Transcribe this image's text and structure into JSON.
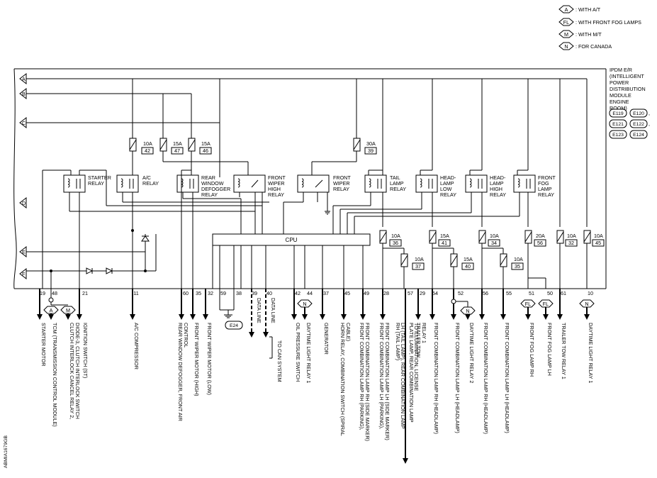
{
  "legend": [
    {
      "code": "A",
      "text": ": WITH A/T"
    },
    {
      "code": "FL",
      "text": ": WITH FRONT FOG LAMPS"
    },
    {
      "code": "M",
      "text": ": WITH M/T"
    },
    {
      "code": "N",
      "text": ": FOR CANADA"
    }
  ],
  "module": {
    "lines": [
      "IPDM E/R",
      "(INTELLIGENT",
      "POWER",
      "DISTRIBUTION",
      "MODULE",
      "ENGINE",
      "ROOM)"
    ],
    "connectors": [
      "E119",
      "E120",
      "E121",
      "E122",
      "E123",
      "E124"
    ]
  },
  "left_connectors": [
    "A",
    "B",
    "C",
    "D",
    "E",
    "F"
  ],
  "cpu_label": "CPU",
  "fuses_upper": [
    {
      "amp": "10A",
      "num": "42"
    },
    {
      "amp": "15A",
      "num": "47"
    },
    {
      "amp": "15A",
      "num": "46"
    },
    {
      "amp": "30A",
      "num": "39"
    }
  ],
  "fuses_lower": [
    {
      "amp": "10A",
      "num": "36"
    },
    {
      "amp": "15A",
      "num": "41"
    },
    {
      "amp": "10A",
      "num": "34"
    },
    {
      "amp": "20A",
      "num": "56"
    },
    {
      "amp": "10A",
      "num": "32"
    },
    {
      "amp": "10A",
      "num": "45"
    },
    {
      "amp": "10A",
      "num": "37"
    },
    {
      "amp": "15A",
      "num": "40"
    },
    {
      "amp": "10A",
      "num": "35"
    }
  ],
  "relays": [
    {
      "lines": [
        "STARTER",
        "RELAY"
      ]
    },
    {
      "lines": [
        "A/C",
        "RELAY"
      ]
    },
    {
      "lines": [
        "REAR",
        "WINDOW",
        "DEFOGGER",
        "RELAY"
      ]
    },
    {
      "lines": [
        "FRONT",
        "WIPER",
        "HIGH",
        "RELAY"
      ]
    },
    {
      "lines": [
        "FRONT",
        "WIPER",
        "RELAY"
      ]
    },
    {
      "lines": [
        "TAIL",
        "LAMP",
        "RELAY"
      ]
    },
    {
      "lines": [
        "HEAD-",
        "LAMP",
        "LOW",
        "RELAY"
      ]
    },
    {
      "lines": [
        "HEAD-",
        "LAMP",
        "HIGH",
        "RELAY"
      ]
    },
    {
      "lines": [
        "FRONT",
        "FOG",
        "LAMP",
        "RELAY"
      ]
    }
  ],
  "terminals": [
    "19",
    "48",
    "21",
    "11",
    "60",
    "35",
    "32",
    "59",
    "38",
    "39",
    "40",
    "42",
    "44",
    "37",
    "45",
    "49",
    "28",
    "57",
    "29",
    "54",
    "52",
    "56",
    "55",
    "51",
    "50",
    "61",
    "10"
  ],
  "ground_connector": "E24",
  "can_system": "TO CAN SYSTEM",
  "data_line": "DATA LINE",
  "output_labels": [
    {
      "lines": [
        "STARTER MOTOR"
      ]
    },
    {
      "lines": [
        "TCM (TRANSMISSION CONTROL MODULE)"
      ]
    },
    {
      "lines": [
        "CLUTCH INTERLOCK CANCEL RELAY 2,",
        "DIODE-3, CLUTCH INTERLOCK SWITCH"
      ]
    },
    {
      "lines": [
        "IGNITION SWITCH (ST)"
      ]
    },
    {
      "lines": [
        "A/C COMPRESSOR"
      ]
    },
    {
      "lines": [
        "REAR WINDOW DEFOGGER, FRONT AIR",
        "CONTROL"
      ]
    },
    {
      "lines": [
        "FRONT WIPER MOTOR (HIGH)"
      ]
    },
    {
      "lines": [
        "FRONT WIPER MOTOR (LOW)"
      ]
    },
    {
      "lines": [
        "OIL PRESSURE SWITCH"
      ]
    },
    {
      "lines": [
        "DAYTIME LIGHT RELAY 1"
      ]
    },
    {
      "lines": [
        "GENERATOR"
      ]
    },
    {
      "lines": [
        "HORN RELAY, COMBINATION SWITCH (SPIRAL",
        "CABLE)"
      ]
    },
    {
      "lines": [
        "FRONT COMBINATION LAMP RH (PARKING),",
        "FRONT COMBINATION LAMP RH (SIDE MARKER)"
      ]
    },
    {
      "lines": [
        "FRONT COMBINATION LAMP LH (PARKING),",
        "FRONT COMBINATION LAMP LH (SIDE MARKER)"
      ]
    },
    {
      "lines": [
        "TO ILLUMINATION, LICENSE",
        "PLATE LAMP, REAR COMBINATION LAMP",
        "LH (TAIL LAMP), REAR COMBINATION LAMP",
        "RH (TAIL LAMP)"
      ]
    },
    {
      "lines": [
        "TRAILER TOW",
        "RELAY 1"
      ]
    },
    {
      "lines": [
        "FRONT COMBINATION LAMP RH (HEADLAMP)"
      ]
    },
    {
      "lines": [
        "DAYTIME LIGHT RELAY 2"
      ]
    },
    {
      "lines": [
        "FRONT COMBINATION LAMP LH (HEADLAMP)"
      ]
    },
    {
      "lines": [
        "FRONT COMBINATION LAMP RH (HEADLAMP)"
      ]
    },
    {
      "lines": [
        "FRONT COMBINATION LAMP LH (HEADLAMP)"
      ]
    },
    {
      "lines": [
        "FRONT FOG LAMP RH"
      ]
    },
    {
      "lines": [
        "FRONT FOG LAMP LH"
      ]
    },
    {
      "lines": [
        "TRAILER TOW RELAY 1"
      ]
    },
    {
      "lines": [
        "DAYTIME LIGHT RELAY 1"
      ]
    }
  ],
  "output_tags": [
    "A",
    "M",
    "N",
    "N",
    "FL",
    "FL",
    "N"
  ],
  "figure_code": "ABMIA1679GB"
}
